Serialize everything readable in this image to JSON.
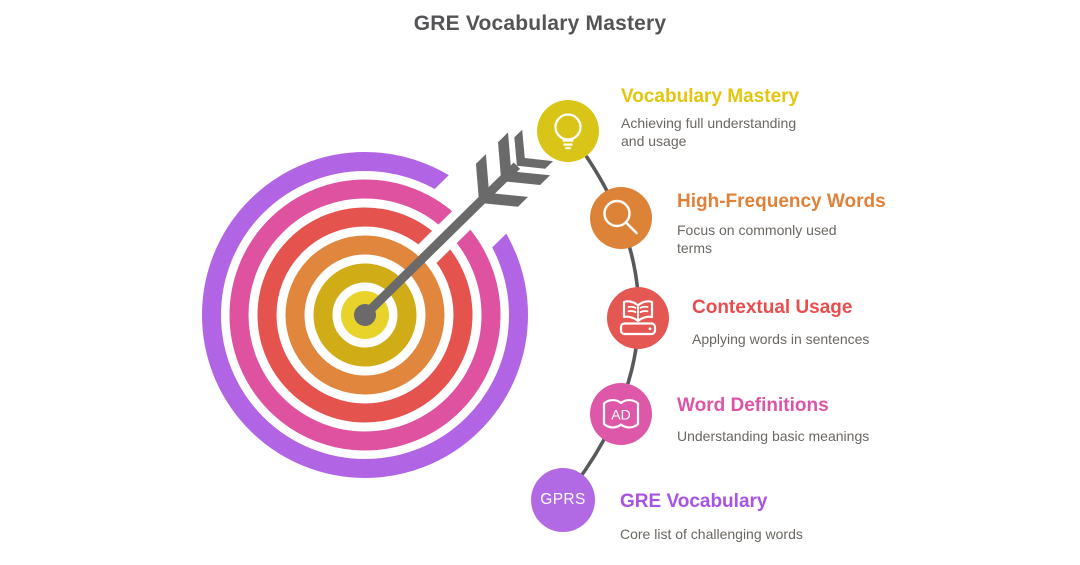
{
  "title": "GRE Vocabulary Mastery",
  "colors": {
    "title_text": "#545356",
    "description_text": "#6b6762",
    "arrow": "#6a6a6a",
    "connector": "#58595b",
    "target_rings": {
      "center_yellow": "#e8d32b",
      "gold": "#d0ac17",
      "orange": "#e0863d",
      "red": "#e5534f",
      "pink": "#df529f",
      "purple": "#b164e4"
    }
  },
  "items": [
    {
      "heading": "Vocabulary Mastery",
      "description": "Achieving full understanding and usage",
      "accent": "#e2c50f",
      "badge_color": "#d9c517",
      "icon": "lightbulb-icon"
    },
    {
      "heading": "High-Frequency Words",
      "description": "Focus on commonly used terms",
      "accent": "#e0813a",
      "badge_color": "#dd8338",
      "icon": "magnifier-icon"
    },
    {
      "heading": "Contextual Usage",
      "description": "Applying words in sentences",
      "accent": "#ea4d4d",
      "badge_color": "#e45752",
      "icon": "open-book-icon"
    },
    {
      "heading": "Word Definitions",
      "description": "Understanding basic meanings",
      "accent": "#dd54a7",
      "badge_color": "#dd58a8",
      "icon": "ad-book-icon",
      "icon_text": "AD"
    },
    {
      "heading": "GRE Vocabulary",
      "description": "Core list of challenging words",
      "accent": "#a753e6",
      "badge_color": "#b269e4",
      "badge_text": "GPRS"
    }
  ]
}
